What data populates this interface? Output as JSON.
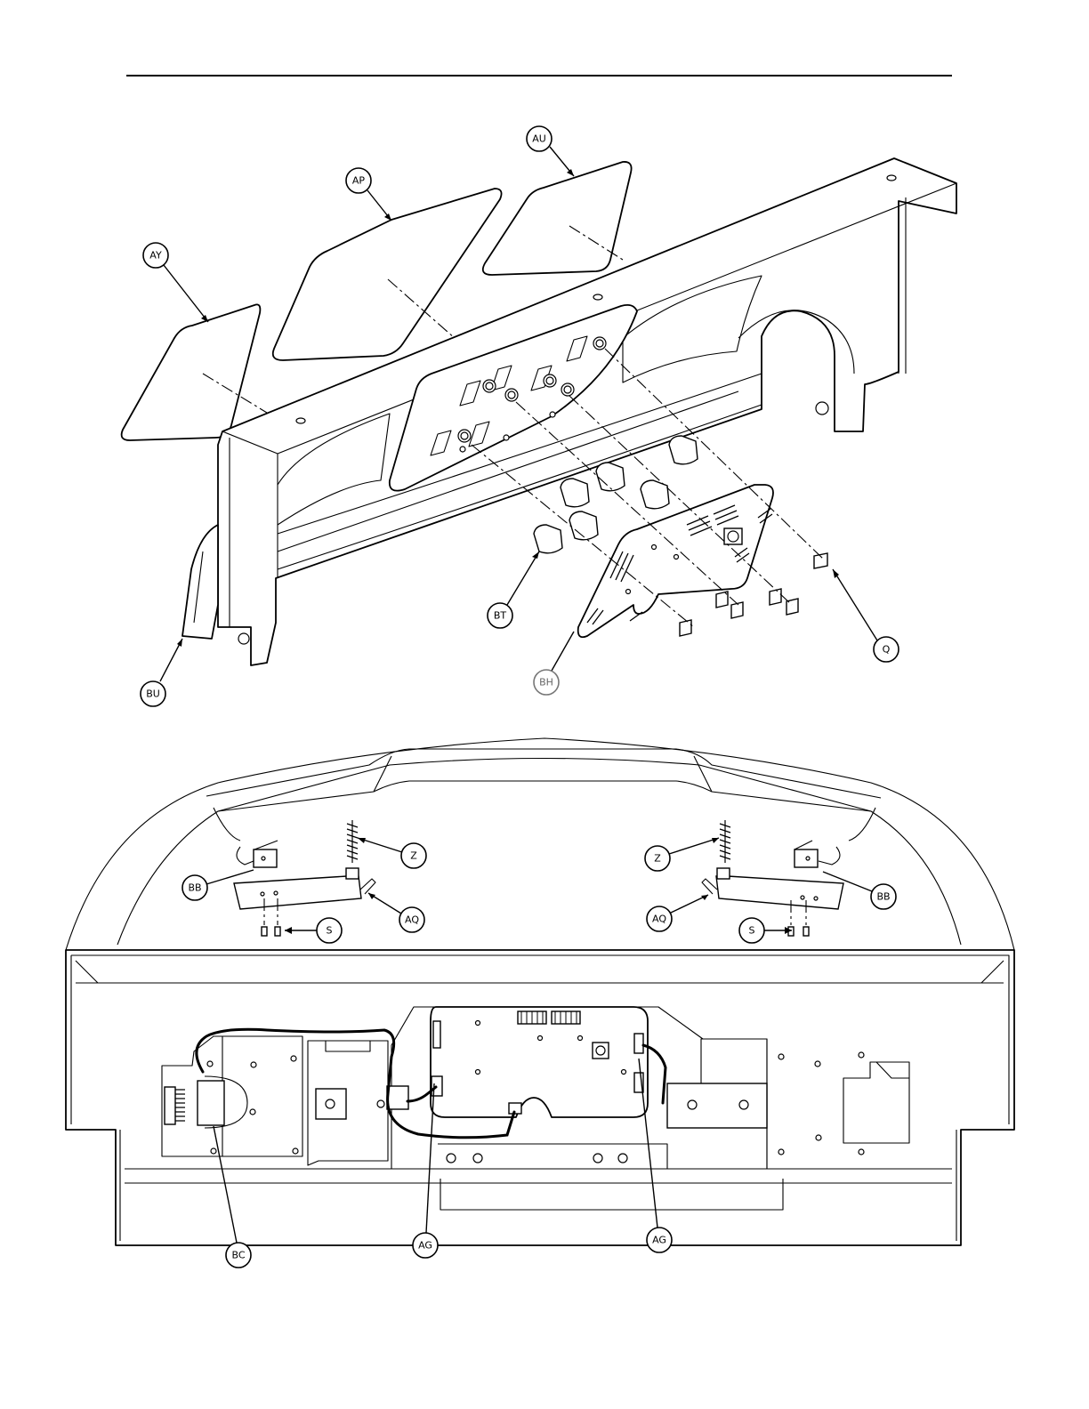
{
  "callouts_top": [
    {
      "id": "AU",
      "label": "AU"
    },
    {
      "id": "AP",
      "label": "AP"
    },
    {
      "id": "AY",
      "label": "AY"
    },
    {
      "id": "BT",
      "label": "BT"
    },
    {
      "id": "BU",
      "label": "BU"
    },
    {
      "id": "BH",
      "label": "BH"
    },
    {
      "id": "Q",
      "label": "Q"
    }
  ],
  "callouts_bottom": [
    {
      "id": "Z-left",
      "label": "Z"
    },
    {
      "id": "BB-left",
      "label": "BB"
    },
    {
      "id": "AQ-left",
      "label": "AQ"
    },
    {
      "id": "S-left",
      "label": "S"
    },
    {
      "id": "Z-right",
      "label": "Z"
    },
    {
      "id": "BB-right",
      "label": "BB"
    },
    {
      "id": "AQ-right",
      "label": "AQ"
    },
    {
      "id": "S-right",
      "label": "S"
    },
    {
      "id": "BC",
      "label": "BC"
    },
    {
      "id": "AG-left",
      "label": "AG"
    },
    {
      "id": "AG-right",
      "label": "AG"
    }
  ]
}
